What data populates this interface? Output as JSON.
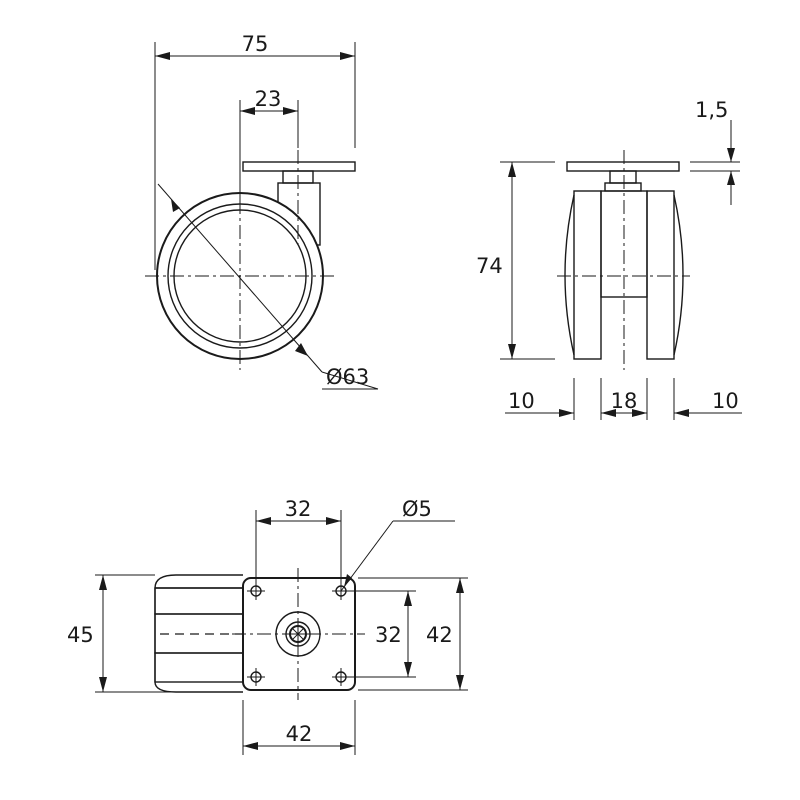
{
  "side_view": {
    "overall_width": "75",
    "offset": "23",
    "wheel_diameter": "Ø63"
  },
  "front_view": {
    "plate_thickness": "1,5",
    "height": "74",
    "left_wheel_width": "10",
    "center_width": "18",
    "right_wheel_width": "10"
  },
  "top_view": {
    "hole_spacing_x": "32",
    "hole_diameter": "Ø5",
    "overall_depth": "45",
    "hole_spacing_y": "32",
    "plate_width": "42",
    "plate_length": "42"
  }
}
